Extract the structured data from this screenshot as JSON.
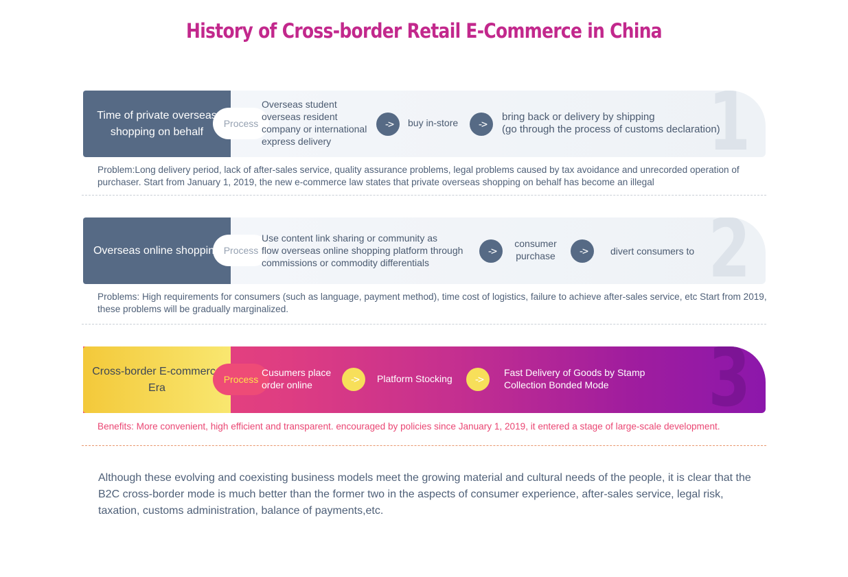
{
  "title": "History of Cross-border Retail E-Commerce in China",
  "stages": [
    {
      "number": "1",
      "label": "Time of private overseas shopping on behalf",
      "process_label": "Process",
      "steps": [
        "Overseas student\noverseas resident\ncompany or international\nexpress delivery",
        "buy in-store",
        "bring back or delivery by shipping\n(go through the process of customs declaration)"
      ],
      "arrow": "->",
      "description": "Problem:Long delivery period, lack of after-sales service, quality assurance problems, legal problems caused by tax avoidance and unrecorded operation of purchaser. Start from January 1, 2019, the new e-commerce law states that private overseas shopping on behalf has become an illegal"
    },
    {
      "number": "2",
      "label": "Overseas online shopping",
      "process_label": "Process",
      "steps": [
        "Use content link sharing or community as\nflow overseas online shopping platform through\ncommissions or commodity differentials",
        "consumer\npurchase",
        "divert consumers to"
      ],
      "arrow": "->",
      "description": "Problems: High requirements for consumers (such as language, payment method), time cost of logistics, failure to achieve after-sales service, etc Start from 2019, these problems will be gradually marginalized."
    },
    {
      "number": "3",
      "label": "Cross-border E-commerce Era",
      "process_label": "Process",
      "steps": [
        "Cusumers place\norder online",
        "Platform Stocking",
        "Fast Delivery of Goods by Stamp\nCollection Bonded Mode"
      ],
      "arrow": "->",
      "description": "Benefits: More convenient, high efficient and transparent. encouraged by policies since January 1, 2019, it entered a stage of large-scale development."
    }
  ],
  "summary": "Although these evolving and coexisting business models meet the growing material and cultural needs of the people, it is clear that the B2C cross-border mode is much better than the former two in the aspects of consumer experience, after-sales service, legal risk, taxation, customs administration, balance of payments,etc.",
  "colors": {
    "title": "#c2288c",
    "slate": "#566a85",
    "yellow": "#f7df5a",
    "pink": "#ea4673",
    "purple": "#8c17ab"
  }
}
